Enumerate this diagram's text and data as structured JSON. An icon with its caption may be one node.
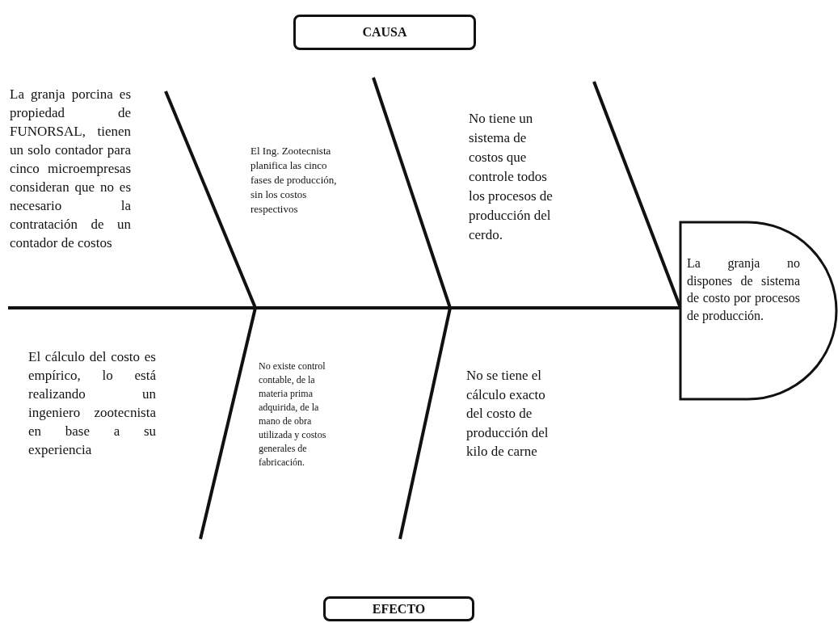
{
  "diagram": {
    "nodes": [
      {
        "text": [
          "CAUSA"
        ]
      },
      {
        "text": [
          "La granja no dispones de sistema de costo por procesos de producción."
        ]
      },
      {
        "text": [
          "EFECTO"
        ]
      }
    ],
    "edges": [
      {
        "from": null,
        "to": 1,
        "arrow": "none"
      }
    ],
    "labels": [
      "La granja porcina es propiedad de FUNORSAL, tienen un solo contador para cinco microempresas consideran que no es necesario la contratación de un contador de costos",
      "El Ing. Zootecnista planifica las cinco fases de producción, sin los costos respectivos",
      "No tiene un sistema de costos que controle todos los procesos de producción del cerdo.",
      "El cálculo del costo es empírico, lo está realizando un ingeniero zootecnista en base a su experiencia",
      "No existe control contable, de la materia prima adquirida, de la mano de obra utilizada y costos generales de fabricación.",
      "No se tiene el cálculo exacto del costo de producción del kilo de carne"
    ]
  }
}
